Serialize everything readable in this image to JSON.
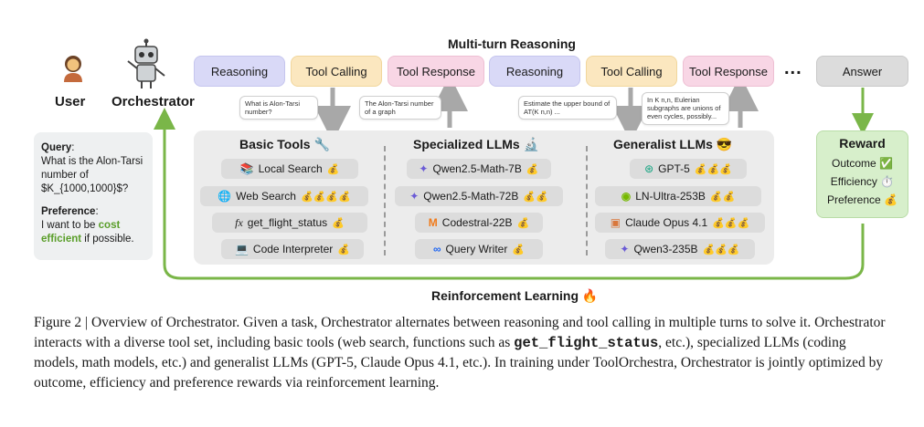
{
  "figure_title": "Multi-turn Reasoning",
  "actors": {
    "user": "User",
    "orchestrator": "Orchestrator"
  },
  "query_card": {
    "query_label": "Query",
    "query_text": "What is the Alon-Tarsi number of $K_{1000,1000}$?",
    "preference_label": "Preference",
    "pref_before": "I want to be ",
    "pref_highlight": "cost efficient",
    "pref_after": " if possible."
  },
  "steps": [
    "Reasoning",
    "Tool Calling",
    "Tool Response",
    "Reasoning",
    "Tool Calling",
    "Tool Response"
  ],
  "ellipsis": "...",
  "answer": "Answer",
  "bubbles": {
    "b1": "What is Alon-Tarsi number?",
    "b2": "The Alon-Tarsi number of a graph",
    "b3": "Estimate the upper bound of AT(K n,n) ...",
    "b4": "In K n,n, Eulerian subgraphs are unions of even cycles, possibly..."
  },
  "columns": {
    "basic": {
      "title": "Basic Tools",
      "icon": "wrench-icon",
      "tools": [
        {
          "name": "Local Search",
          "cost": "💰",
          "icon": "books-icon"
        },
        {
          "name": "Web Search",
          "cost": "💰💰💰💰",
          "icon": "globe-icon"
        },
        {
          "name": "get_flight_status",
          "cost": "💰",
          "icon": "function-icon"
        },
        {
          "name": "Code Interpreter",
          "cost": "💰",
          "icon": "terminal-icon"
        }
      ]
    },
    "specialized": {
      "title": "Specialized LLMs",
      "icon": "microscope-icon",
      "tools": [
        {
          "name": "Qwen2.5-Math-7B",
          "cost": "💰",
          "icon": "qwen-icon"
        },
        {
          "name": "Qwen2.5-Math-72B",
          "cost": "💰💰",
          "icon": "qwen-icon"
        },
        {
          "name": "Codestral-22B",
          "cost": "💰",
          "icon": "mistral-icon"
        },
        {
          "name": "Query Writer",
          "cost": "💰",
          "icon": "meta-icon"
        }
      ]
    },
    "generalist": {
      "title": "Generalist LLMs",
      "icon": "sunglasses-emoji-icon",
      "tools": [
        {
          "name": "GPT-5",
          "cost": "💰💰💰",
          "icon": "openai-icon"
        },
        {
          "name": "LN-Ultra-253B",
          "cost": "💰💰",
          "icon": "nvidia-icon"
        },
        {
          "name": "Claude Opus 4.1",
          "cost": "💰💰💰",
          "icon": "anthropic-icon"
        },
        {
          "name": "Qwen3-235B",
          "cost": "💰💰💰",
          "icon": "qwen-icon"
        }
      ]
    }
  },
  "reward": {
    "title": "Reward",
    "items": [
      "Outcome ✅",
      "Efficiency ⏱️",
      "Preference 💰"
    ]
  },
  "loop_label": "Reinforcement Learning 🔥",
  "caption": {
    "part1": "Figure 2 | Overview of Orchestrator. Given a task, Orchestrator alternates between reasoning and tool calling in multiple turns to solve it. Orchestrator interacts with a diverse tool set, including basic tools (web search, functions such as ",
    "code": "get_flight_status",
    "part2": ", etc.), specialized LLMs (coding models, math models, etc.) and generalist LLMs (GPT-5, Claude Opus 4.1, etc.). In training under ToolOrchestra, Orchestrator is jointly optimized by outcome, efficiency and preference rewards via reinforcement learning."
  },
  "colors": {
    "reasoning": "#d9d9f7",
    "tool_calling": "#fbe7bf",
    "tool_response": "#f8d6e5",
    "answer": "#dcdcdc",
    "reward": "#d7efcb",
    "loop_arrow": "#7ab648"
  }
}
